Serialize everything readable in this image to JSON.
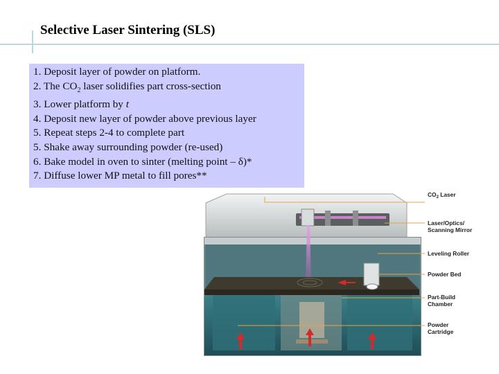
{
  "slide": {
    "title": "Selective Laser Sintering (SLS)",
    "steps": [
      {
        "n": "1.",
        "before": "Deposit layer of powder on platform."
      },
      {
        "n": "2.",
        "before": "The CO",
        "sub": "2",
        "after": " laser solidifies part cross-section"
      },
      {
        "n": "3.",
        "before": "Lower platform by ",
        "italic": "t"
      },
      {
        "n": "4.",
        "before": "Deposit new layer of powder above previous layer"
      },
      {
        "n": "5.",
        "before": "Repeat steps 2-4 to complete part"
      },
      {
        "n": "5.",
        "before": "Shake away surrounding powder (re-used)"
      },
      {
        "n": "6.",
        "before": "Bake model in oven to sinter (melting point – δ)*"
      },
      {
        "n": "7.",
        "before": "Diffuse lower MP metal to fill pores**"
      }
    ]
  },
  "diagram": {
    "labels": {
      "co2_laser": {
        "main": "CO",
        "sub": "2",
        "rest": " Laser"
      },
      "optics_line1": "Laser/Optics/",
      "optics_line2": "Scanning Mirror",
      "leveling_roller": "Leveling Roller",
      "powder_bed": "Powder Bed",
      "chamber_line1": "Part-Build",
      "chamber_line2": "Chamber",
      "cartridge_line1": "Powder",
      "cartridge_line2": "Cartridge"
    },
    "colors": {
      "laser_beam": "#d78ad8",
      "powder": "#3e3a2e",
      "glass": "#2f6f78",
      "arrow": "#d42a2a",
      "leader": "#e9a246"
    }
  }
}
